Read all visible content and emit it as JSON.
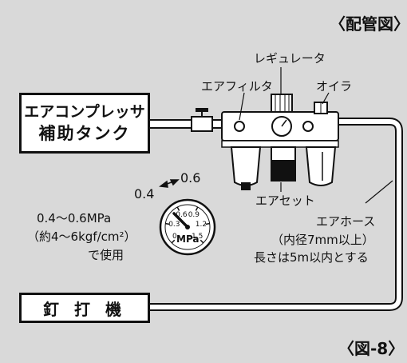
{
  "figure": {
    "title": "〈配管図〉",
    "caption": "〈図-8〉"
  },
  "boxes": {
    "compressor_line1": "エアコンプレッサ",
    "compressor_line2": "補助タンク",
    "nailer": "釘 打 機"
  },
  "labels": {
    "regulator": "レギュレータ",
    "air_filter": "エアフィルタ",
    "lubricator": "オイラ",
    "air_set": "エアセット",
    "hose_1": "エアホース",
    "hose_2": "（内径7mm以上）",
    "hose_3": "長さは5m以内とする",
    "range_low": "0.4",
    "range_high": "0.6"
  },
  "pressure": {
    "line1": "0.4〜0.6MPa",
    "line2": "（約4〜6kgf/cm²）",
    "line3": "で使用"
  },
  "gauge": {
    "unit": "MPa",
    "ticks": [
      "0",
      "0.3",
      "0.6",
      "0.9",
      "1.2",
      "1.5"
    ],
    "needle_value": 0.5,
    "max_value": 1.5
  },
  "colors": {
    "background": "#d9d9d9",
    "ink": "#111111",
    "box_fill": "#ffffff"
  }
}
